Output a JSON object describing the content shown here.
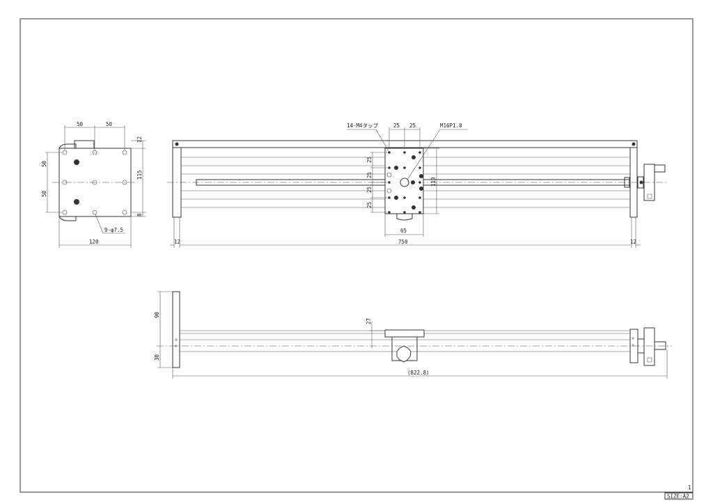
{
  "sheet": {
    "number": "1",
    "size_label": "SIZE:A2"
  },
  "end_view": {
    "dim_top_left": "50",
    "dim_top_right": "50",
    "dim_left_upper": "50",
    "dim_left_lower": "50",
    "dim_height": "115",
    "dim_top_offset": "12",
    "dim_bottom_offset": "8",
    "dim_width": "120",
    "hole_note": "9-φ7.5"
  },
  "top_view": {
    "tap_note": "14-M4タップ",
    "thread_note": "M16P1.0",
    "dim_pitch_1": "25",
    "dim_pitch_2": "25",
    "dim_vertical": [
      "25",
      "25",
      "25",
      "25"
    ],
    "dim_carriage_height": "110",
    "dim_carriage_width": "65",
    "dim_length": "750",
    "dim_left_end": "12",
    "dim_right_end": "12"
  },
  "side_view": {
    "dim_height": "90",
    "dim_axis": "30",
    "dim_carriage": "27",
    "dim_overall": "(822.8)"
  }
}
